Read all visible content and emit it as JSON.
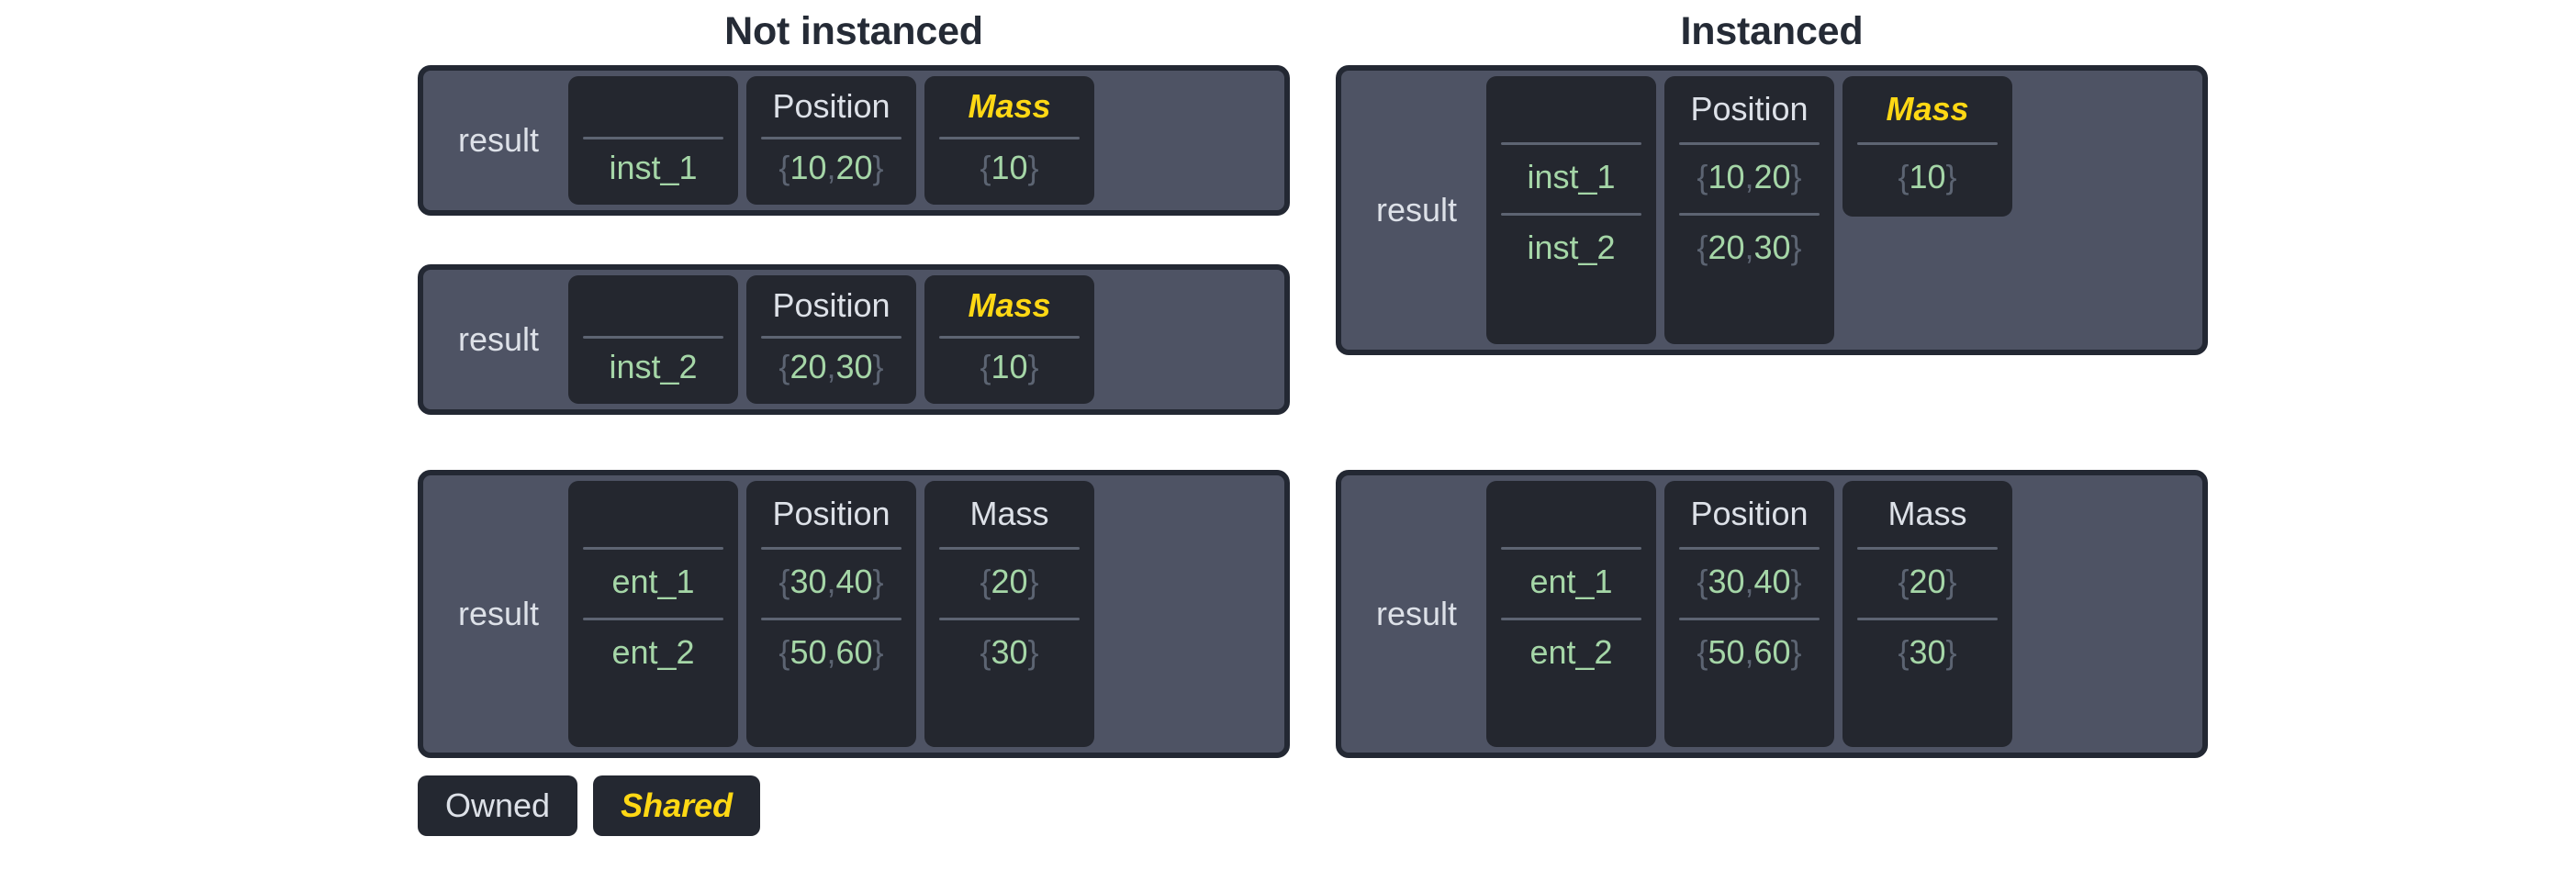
{
  "columns": {
    "left_title": "Not instanced",
    "right_title": "Instanced"
  },
  "labels": {
    "result": "result",
    "position": "Position",
    "mass": "Mass",
    "blank": ""
  },
  "legend": {
    "owned": "Owned",
    "shared": "Shared"
  },
  "colors": {
    "background": "#ffffff",
    "title": "#252b36",
    "box_fill": "#4e5364",
    "box_border": "#232833",
    "card_fill": "#24272f",
    "rule": "#5d6472",
    "owned_text": "#dde1e8",
    "shared_text": "#ffd814",
    "value_text": "#a5d6a7",
    "brace_text": "#5c6472"
  },
  "boxes": {
    "not_instanced_1": {
      "result": "result",
      "name_header": "",
      "position_header": "Position",
      "mass_header": "Mass",
      "mass_shared": true,
      "rows": [
        {
          "name": "inst_1",
          "position": "{10, 20}",
          "mass": "{10}"
        }
      ]
    },
    "not_instanced_2": {
      "result": "result",
      "name_header": "",
      "position_header": "Position",
      "mass_header": "Mass",
      "mass_shared": true,
      "rows": [
        {
          "name": "inst_2",
          "position": "{20, 30}",
          "mass": "{10}"
        }
      ]
    },
    "not_instanced_3": {
      "result": "result",
      "name_header": "",
      "position_header": "Position",
      "mass_header": "Mass",
      "mass_shared": false,
      "rows": [
        {
          "name": "ent_1",
          "position": "{30, 40}",
          "mass": "{20}"
        },
        {
          "name": "ent_2",
          "position": "{50, 60}",
          "mass": "{30}"
        }
      ]
    },
    "instanced_1": {
      "result": "result",
      "name_header": "",
      "position_header": "Position",
      "mass_header": "Mass",
      "mass_shared": true,
      "rows": [
        {
          "name": "inst_1",
          "position": "{10, 20}"
        },
        {
          "name": "inst_2",
          "position": "{20, 30}"
        }
      ],
      "shared_mass": "{10}"
    },
    "instanced_2": {
      "result": "result",
      "name_header": "",
      "position_header": "Position",
      "mass_header": "Mass",
      "mass_shared": false,
      "rows": [
        {
          "name": "ent_1",
          "position": "{30, 40}",
          "mass": "{20}"
        },
        {
          "name": "ent_2",
          "position": "{50, 60}",
          "mass": "{30}"
        }
      ]
    }
  },
  "values": {
    "inst_1": "inst_1",
    "inst_2": "inst_2",
    "ent_1": "ent_1",
    "ent_2": "ent_2",
    "pos_10_20": "{10, 20}",
    "pos_20_30": "{20, 30}",
    "pos_30_40": "{30, 40}",
    "pos_50_60": "{50, 60}",
    "mass_10": "{10}",
    "mass_20": "{20}",
    "mass_30": "{30}"
  }
}
